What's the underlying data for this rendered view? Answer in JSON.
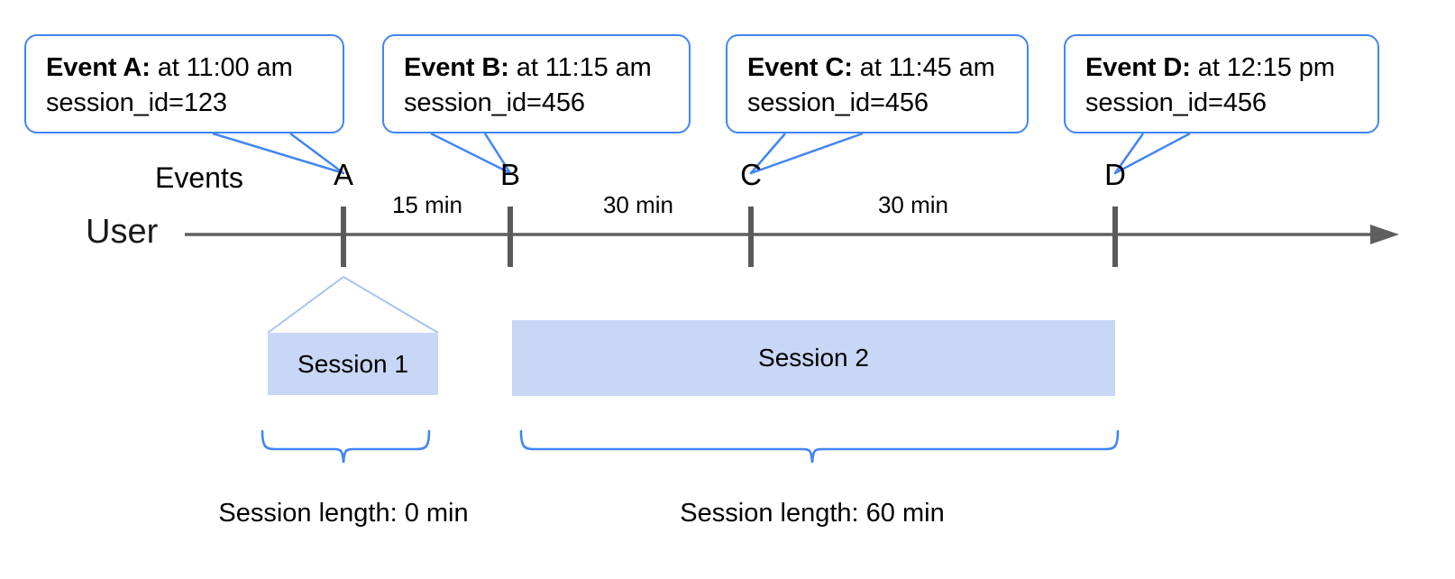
{
  "diagram": {
    "title_row_labels": {
      "events": "Events",
      "user": "User"
    },
    "callouts": [
      {
        "id": "event-a",
        "bold": "Event A:",
        "rest": " at 11:00 am",
        "line2": "session_id=123"
      },
      {
        "id": "event-b",
        "bold": "Event B:",
        "rest": " at 11:15 am",
        "line2": "session_id=456"
      },
      {
        "id": "event-c",
        "bold": "Event C:",
        "rest": " at 11:45 am",
        "line2": "session_id=456"
      },
      {
        "id": "event-d",
        "bold": "Event D:",
        "rest": " at 12:15 pm",
        "line2": "session_id=456"
      }
    ],
    "event_markers": [
      {
        "letter": "A",
        "time": "11:00 am",
        "session_id": "123"
      },
      {
        "letter": "B",
        "time": "11:15 am",
        "session_id": "456"
      },
      {
        "letter": "C",
        "time": "11:45 am",
        "session_id": "456"
      },
      {
        "letter": "D",
        "time": "12:15 pm",
        "session_id": "456"
      }
    ],
    "intervals": [
      {
        "from": "A",
        "to": "B",
        "label": "15 min"
      },
      {
        "from": "B",
        "to": "C",
        "label": "30 min"
      },
      {
        "from": "C",
        "to": "D",
        "label": "30 min"
      }
    ],
    "sessions": [
      {
        "name": "Session 1",
        "length_label": "Session length: 0 min"
      },
      {
        "name": "Session 2",
        "length_label": "Session length: 60 min"
      }
    ],
    "colors": {
      "callout_border": "#4285f4",
      "brace": "#4285f4",
      "session_fill": "#c7d7f5",
      "axis": "#5f5f5f",
      "tick": "#5a5a5a",
      "text": "#000000"
    }
  }
}
